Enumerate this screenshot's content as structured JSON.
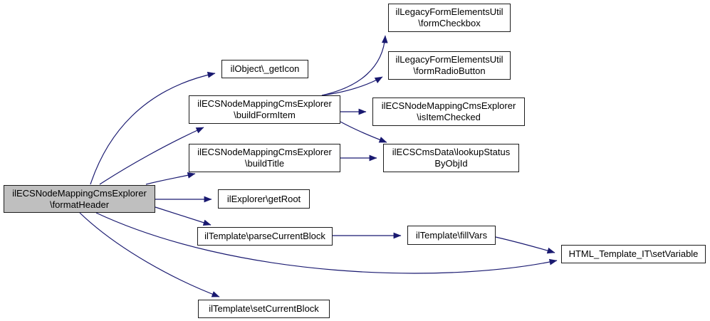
{
  "diagram_type": "doxygen-call-graph",
  "colors": {
    "edge": "#191970",
    "node_border": "#1c1c1c",
    "node_background": "#ffffff",
    "highlight_background": "#bfbfbf",
    "text": "#000000",
    "canvas_background": "#ffffff"
  },
  "nodes": {
    "formatHeader": {
      "line1": "ilECSNodeMappingCmsExplorer",
      "line2": "\\formatHeader",
      "highlighted": true
    },
    "getIcon": {
      "line1": "ilObject\\_getIcon"
    },
    "buildFormItem": {
      "line1": "ilECSNodeMappingCmsExplorer",
      "line2": "\\buildFormItem"
    },
    "buildTitle": {
      "line1": "ilECSNodeMappingCmsExplorer",
      "line2": "\\buildTitle"
    },
    "getRoot": {
      "line1": "ilExplorer\\getRoot"
    },
    "parseCurrentBlock": {
      "line1": "ilTemplate\\parseCurrentBlock"
    },
    "setCurrentBlock": {
      "line1": "ilTemplate\\setCurrentBlock"
    },
    "formCheckbox": {
      "line1": "ilLegacyFormElementsUtil",
      "line2": "\\formCheckbox"
    },
    "formRadioButton": {
      "line1": "ilLegacyFormElementsUtil",
      "line2": "\\formRadioButton"
    },
    "isItemChecked": {
      "line1": "ilECSNodeMappingCmsExplorer",
      "line2": "\\isItemChecked"
    },
    "lookupStatusByObjId": {
      "line1": "ilECSCmsData\\lookupStatus",
      "line2": "ByObjId"
    },
    "fillVars": {
      "line1": "ilTemplate\\fillVars"
    },
    "setVariable": {
      "line1": "HTML_Template_IT\\setVariable"
    }
  },
  "edges": [
    {
      "from": "formatHeader",
      "to": "getIcon"
    },
    {
      "from": "formatHeader",
      "to": "buildFormItem"
    },
    {
      "from": "formatHeader",
      "to": "buildTitle"
    },
    {
      "from": "formatHeader",
      "to": "getRoot"
    },
    {
      "from": "formatHeader",
      "to": "parseCurrentBlock"
    },
    {
      "from": "formatHeader",
      "to": "setCurrentBlock"
    },
    {
      "from": "formatHeader",
      "to": "setVariable"
    },
    {
      "from": "buildFormItem",
      "to": "formCheckbox"
    },
    {
      "from": "buildFormItem",
      "to": "formRadioButton"
    },
    {
      "from": "buildFormItem",
      "to": "isItemChecked"
    },
    {
      "from": "buildFormItem",
      "to": "lookupStatusByObjId"
    },
    {
      "from": "buildTitle",
      "to": "lookupStatusByObjId"
    },
    {
      "from": "parseCurrentBlock",
      "to": "fillVars"
    },
    {
      "from": "fillVars",
      "to": "setVariable"
    }
  ]
}
